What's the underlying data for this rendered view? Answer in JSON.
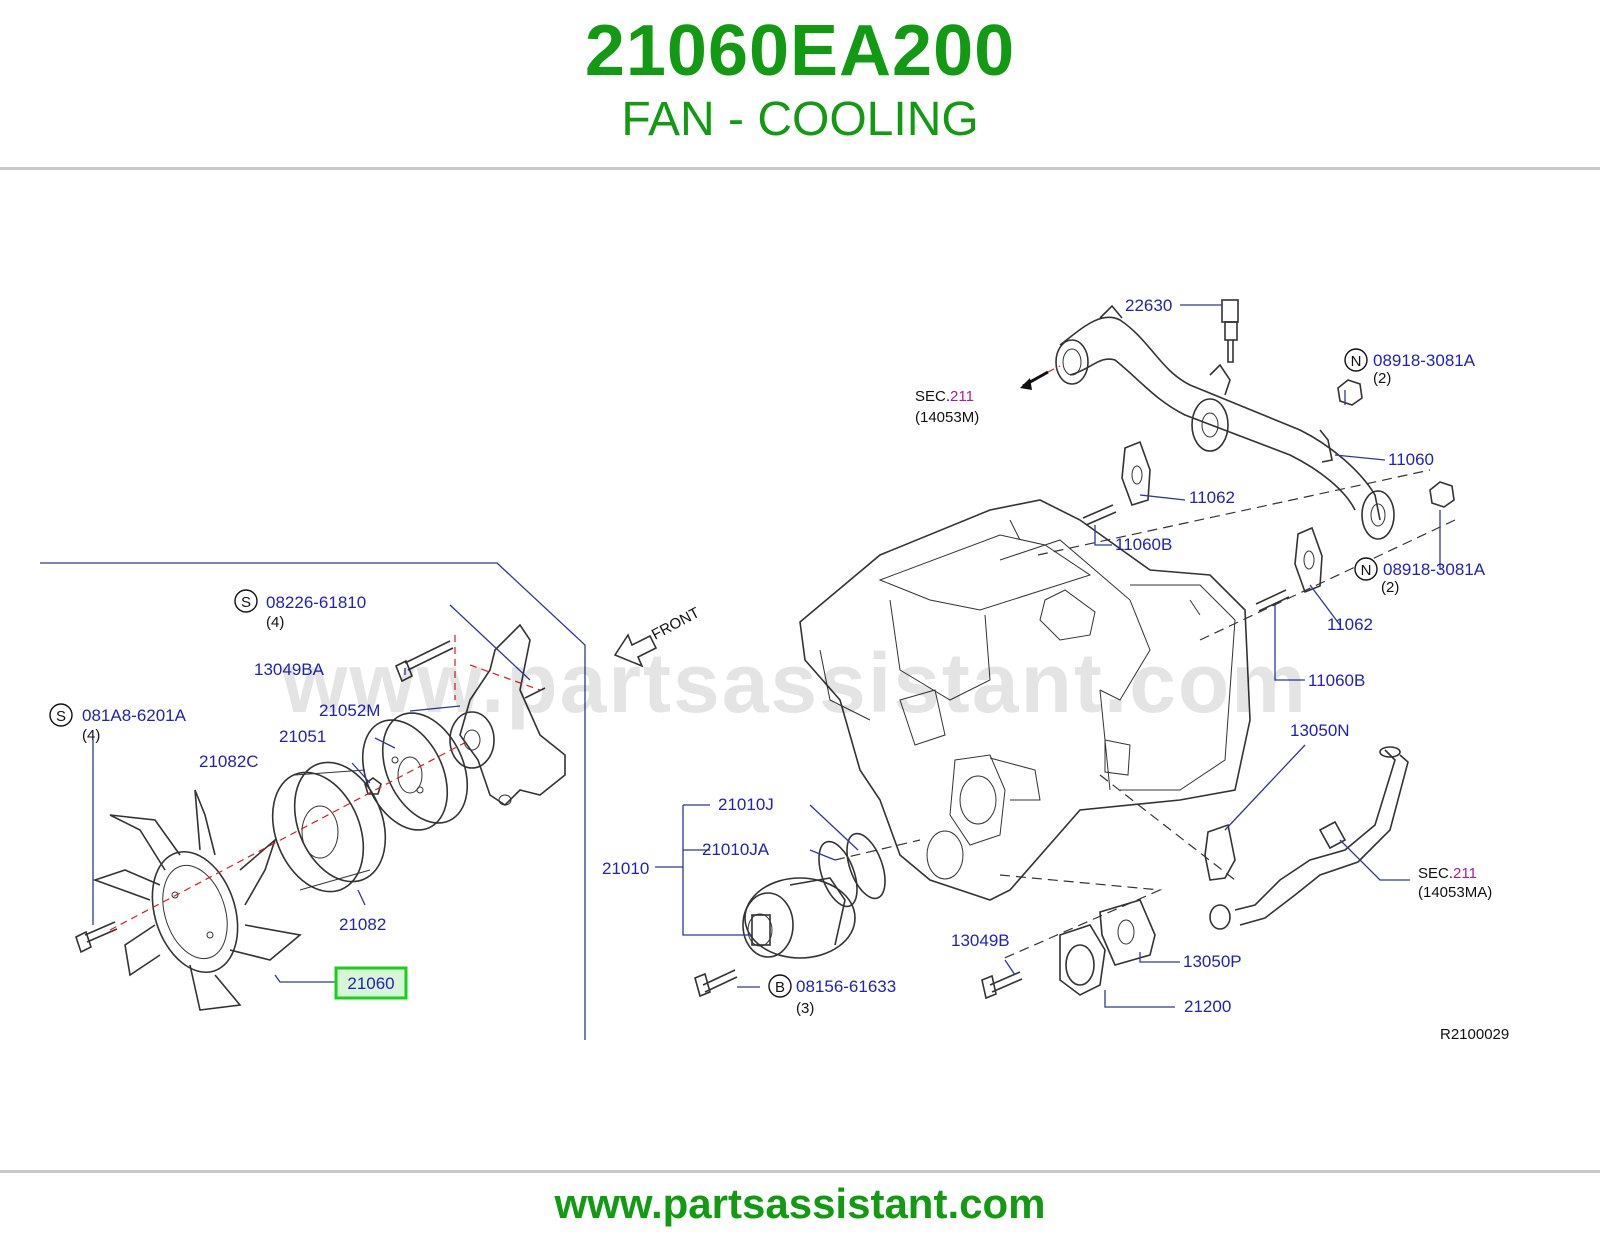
{
  "header": {
    "part_number": "21060EA200",
    "part_name": "FAN - COOLING"
  },
  "footer": {
    "url": "www.partsassistant.com"
  },
  "watermark": "www.partsassistant.com",
  "colors": {
    "brand_green": "#139a13",
    "label_blue": "#2222b8",
    "highlight_green": "#18d018",
    "highlight_fill": "#d8f5d8",
    "section_purple": "#a020a0"
  },
  "diagram": {
    "front_label": "FRONT",
    "ref_code": "R2100029",
    "sec_top": {
      "prefix": "SEC.",
      "num": "211",
      "code": "(14053M)"
    },
    "sec_right": {
      "prefix": "SEC.",
      "num": "211",
      "code": "(14053MA)"
    },
    "labels": {
      "p22630": "22630",
      "p08918a": "08918-3081A",
      "p08918a_qty": "(2)",
      "p08918a_badge": "N",
      "p08918b": "08918-3081A",
      "p08918b_qty": "(2)",
      "p08918b_badge": "N",
      "p11060": "11060",
      "p11062a": "11062",
      "p11060ba": "11060B",
      "p11062b": "11062",
      "p11060bb": "11060B",
      "p13050n": "13050N",
      "p08226": "08226-61810",
      "p08226_qty": "(4)",
      "p08226_badge": "S",
      "p13049ba": "13049BA",
      "p21052m": "21052M",
      "p081a8": "081A8-6201A",
      "p081a8_qty": "(4)",
      "p081a8_badge": "S",
      "p21051": "21051",
      "p21082c": "21082C",
      "p21082": "21082",
      "p21060": "21060",
      "p21010j": "21010J",
      "p21010ja": "21010JA",
      "p21010": "21010",
      "p13049b": "13049B",
      "p13050p": "13050P",
      "p08156": "08156-61633",
      "p08156_qty": "(3)",
      "p08156_badge": "B",
      "p21200": "21200"
    }
  }
}
